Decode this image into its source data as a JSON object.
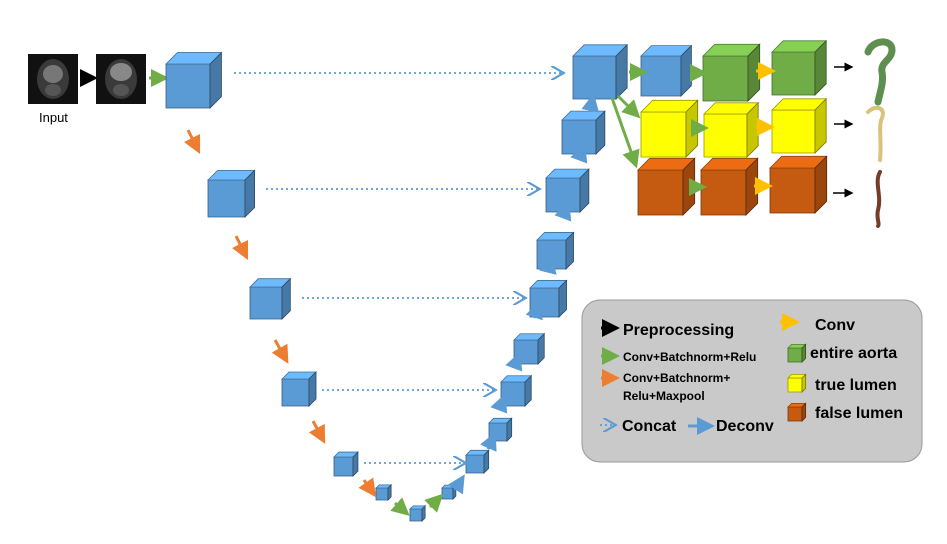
{
  "input_label": "Input",
  "legend": {
    "preprocessing": "Preprocessing",
    "conv_bn_relu": "Conv+Batchnorm+Relu",
    "conv_bn_relu_maxpool_line1": "Conv+Batchnorm+",
    "conv_bn_relu_maxpool_line2": "Relu+Maxpool",
    "concat": "Concat",
    "deconv": "Deconv",
    "conv": "Conv",
    "entire_aorta": "entire aorta",
    "true_lumen": "true lumen",
    "false_lumen": "false lumen"
  },
  "colors": {
    "blue": "#5b9bd5",
    "green": "#70ad47",
    "yellow": "#ffff00",
    "orange": "#c55a11",
    "arrow_orange": "#ed7d31",
    "arrow_gold": "#ffc000",
    "legend_bg": "#c9c9c9"
  }
}
